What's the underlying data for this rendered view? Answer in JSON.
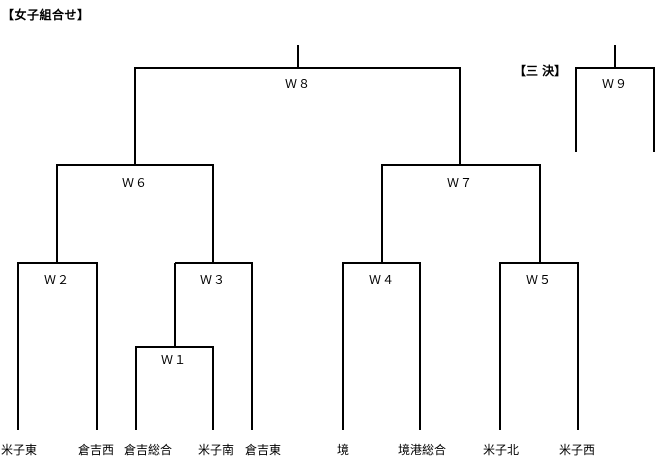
{
  "title": "【女子組合せ】",
  "third_place": {
    "title": "【三 決】",
    "label": "Ｗ９"
  },
  "matches": {
    "w1": "Ｗ１",
    "w2": "Ｗ２",
    "w3": "Ｗ３",
    "w4": "Ｗ４",
    "w5": "Ｗ５",
    "w6": "Ｗ６",
    "w7": "Ｗ７",
    "w8": "Ｗ８"
  },
  "teams": [
    "米子東",
    "倉吉西",
    "倉吉総合",
    "米子南",
    "倉吉東",
    "境",
    "境港総合",
    "米子北",
    "米子西"
  ],
  "line_color": "#000000"
}
